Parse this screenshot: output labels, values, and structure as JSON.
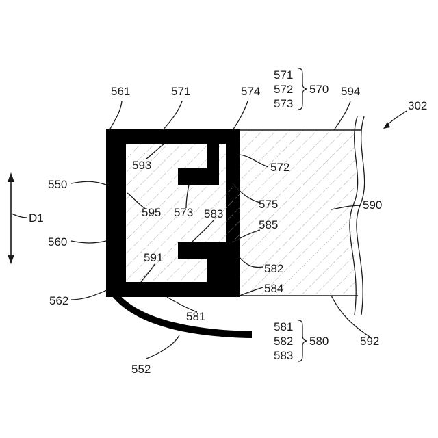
{
  "figure_ref": "302",
  "direction_label": "D1",
  "labels": {
    "l550": "550",
    "l552": "552",
    "l560": "560",
    "l561": "561",
    "l562": "562",
    "l571": "571",
    "l572": "572",
    "l573": "573",
    "l574": "574",
    "l575": "575",
    "l581": "581",
    "l583": "583",
    "l582": "582",
    "l584": "584",
    "l585": "585",
    "l590": "590",
    "l591": "591",
    "l592": "592",
    "l593": "593",
    "l594": "594",
    "l595": "595"
  },
  "group_570": {
    "items": [
      "571",
      "572",
      "573"
    ],
    "label": "570"
  },
  "group_580": {
    "items": [
      "581",
      "582",
      "583"
    ],
    "label": "580"
  }
}
